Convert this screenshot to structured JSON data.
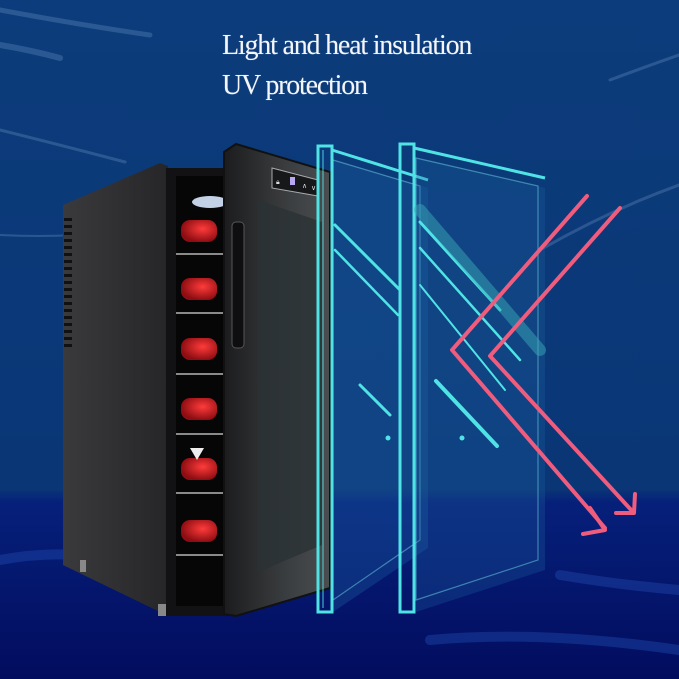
{
  "headline": {
    "line1": "Light and heat insulation",
    "line2": "UV protection"
  },
  "product": {
    "type": "wine-cooler",
    "bottle_count_visible": 6,
    "control_panel_icons": [
      "lock-icon",
      "display-icon",
      "up-arrow-icon",
      "down-arrow-icon"
    ],
    "control_panel_symbols": [
      "∧",
      "∨"
    ]
  },
  "colors": {
    "background_top": "#0b3b7a",
    "background_floor": "#03106a",
    "glass_edge": "#4fe3e6",
    "arrow": "#ef5c7e",
    "bottle_cap": "#c8131b",
    "cabinet": "#2b2b2d"
  },
  "glass_panes": 2,
  "arrows": 2
}
